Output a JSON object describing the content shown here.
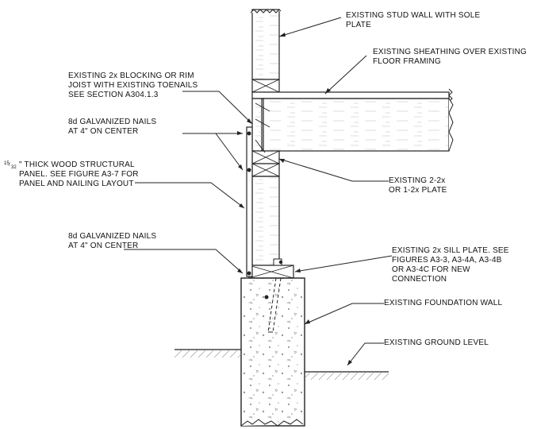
{
  "labels": {
    "stud_wall": "EXISTING STUD WALL WITH SOLE\nPLATE",
    "sheathing": "EXISTING SHEATHING OVER EXISTING\nFLOOR FRAMING",
    "blocking": "EXISTING 2x BLOCKING OR RIM\nJOIST WITH EXISTING TOENAILS\nSEE SECTION A304.1.3",
    "nails_top": "8d GALVANIZED NAILS\nAT 4\" ON CENTER",
    "panel_num": "15",
    "panel_den": "32",
    "panel": "\" THICK WOOD STRUCTURAL\nPANEL. SEE FIGURE A3-7 FOR\nPANEL AND NAILING LAYOUT",
    "plate": "EXISTING 2-2x\nOR 1-2x PLATE",
    "nails_bottom": "8d GALVANIZED NAILS\nAT 4\" ON CENTER",
    "sill": "EXISTING 2x SILL PLATE. SEE\nFIGURES A3-3, A3-4A, A3-4B\nOR A3-4C FOR NEW\nCONNECTION",
    "foundation": "EXISTING FOUNDATION WALL",
    "ground": "EXISTING GROUND LEVEL"
  }
}
